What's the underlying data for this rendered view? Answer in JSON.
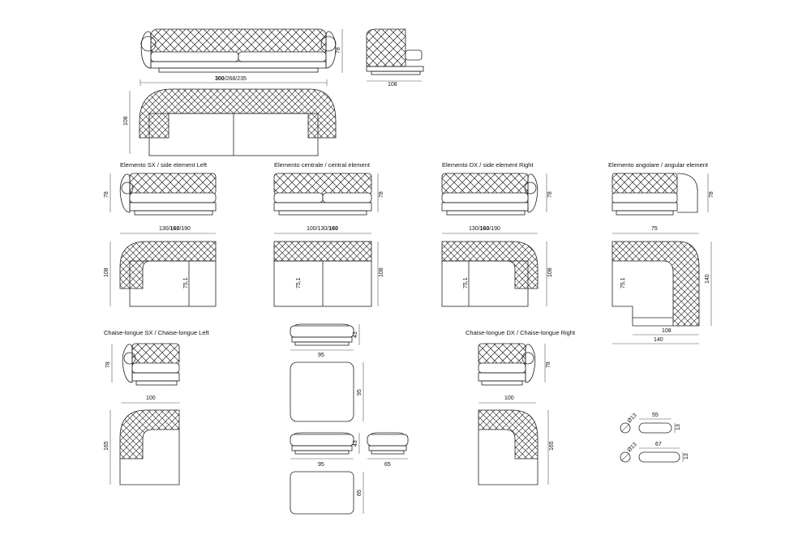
{
  "headings": {
    "side_left": "Elemento SX / side element  Left",
    "central": "Elemento centrale / central element",
    "side_right": "Elemento DX / side element Right",
    "angular": "Elemento angolare / angular element",
    "chaise_left": "Chaise-longue SX / Chaise-longue Left",
    "chaise_right": "Chaise-longue DX / Chaise-longue Right"
  },
  "dims": {
    "main_width_bold": "300",
    "main_width_rest": "/268/235",
    "main_height": "78",
    "main_side_depth": "108",
    "main_plan_depth": "108",
    "sl_height": "78",
    "sl_width_a": "130/",
    "sl_width_bold": "160",
    "sl_width_c": "/190",
    "sl_plan_depth": "108",
    "sl_plan_inner": "75,1",
    "c_height": "78",
    "c_width_a": "100/130/",
    "c_width_bold": "160",
    "c_plan_depth": "108",
    "c_plan_inner": "75,1",
    "sr_height": "78",
    "sr_width_a": "130/",
    "sr_width_bold": "160",
    "sr_width_c": "/190",
    "sr_plan_depth": "108",
    "sr_plan_inner": "75,1",
    "a_height": "78",
    "a_width": "75",
    "a_plan_depth": "140",
    "a_plan_inner": "75,1",
    "a_plan_w1": "108",
    "a_plan_w2": "140",
    "cl_height": "78",
    "cl_width": "100",
    "cl_plan_depth": "165",
    "cr_height": "78",
    "cr_width": "100",
    "cr_plan_depth": "165",
    "pouf1_height": "43",
    "pouf1_width": "95",
    "pouf1_depth": "95",
    "pouf2_height": "43",
    "pouf2_width": "95",
    "pouf2_depth": "65",
    "pouf3_width": "65",
    "cyl1_diam": "Ø13",
    "cyl1_len": "55",
    "cyl1_h": "13",
    "cyl2_diam": "Ø13",
    "cyl2_len": "67",
    "cyl2_h": "13"
  }
}
